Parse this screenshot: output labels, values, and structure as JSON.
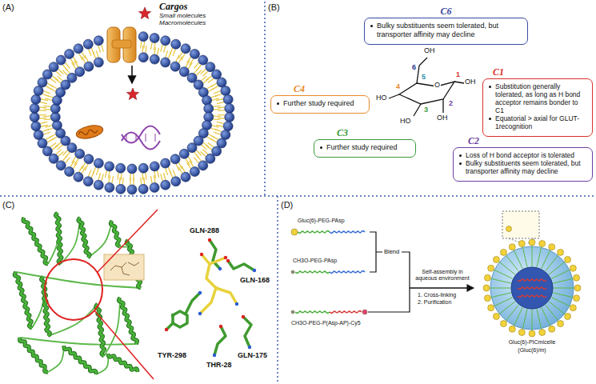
{
  "diagram": {
    "nodes": [
      {
        "text": [
          "C6",
          "Bulky substituents seem tolerated, but transporter affinity may decline"
        ]
      },
      {
        "text": [
          "C4",
          "Further study required"
        ]
      },
      {
        "text": [
          "C1",
          "Substitution generally tolerated, as long as H bond acceptor remains bonder to C1",
          "Equatorial > axial for GLUT-1recognition"
        ]
      },
      {
        "text": [
          "C3",
          "Further study required"
        ]
      },
      {
        "text": [
          "C2",
          "Loss of H bond acceptor is tolerated",
          "Bulky substituents seem tolerated, but transporter affinity may decline"
        ]
      }
    ],
    "labels": [
      "(A)",
      "Cargos",
      "Small molecules",
      "Macromolecules",
      "(B)",
      "OH",
      "6",
      "5",
      "4",
      "HO",
      "O",
      "1",
      "OH",
      "3",
      "2",
      "HO",
      "OH",
      "(C)",
      "GLN-288",
      "GLN-168",
      "TYR-298",
      "THR-28",
      "GLN-175",
      "(D)",
      "Gluc(6)-PEG-PAsp",
      "CH3O-PEG-PAsp",
      "Blend",
      "Self-assembly in aqueous environment",
      "1. Cross-linking",
      "2. Purification",
      "CH3O-PEG-P(Asp-AP)-Cy5",
      "Gluc(6)-PICmicelle",
      "(Gluc(6)/m)"
    ]
  }
}
